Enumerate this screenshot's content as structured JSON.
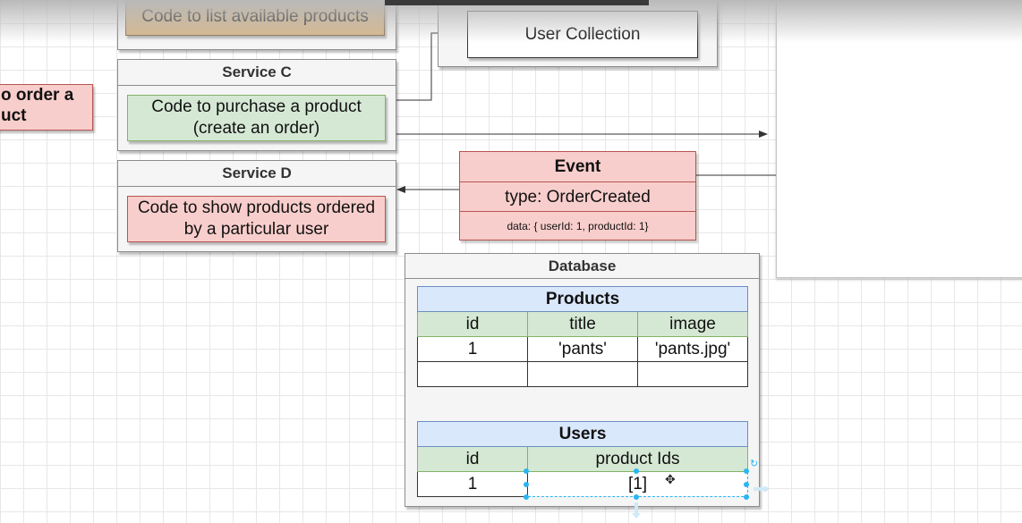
{
  "left_fragment": {
    "line1": "o order a",
    "line2": "uct"
  },
  "top_box": {
    "label": "Code to list available products"
  },
  "user_collection": {
    "label": "User Collection"
  },
  "service_c": {
    "title": "Service C",
    "code_line1": "Code to purchase a product",
    "code_line2": "(create an order)"
  },
  "service_d": {
    "title": "Service D",
    "code_line1": "Code to show products ordered",
    "code_line2": "by a particular user"
  },
  "event": {
    "title": "Event",
    "type": "type: OrderCreated",
    "data": "data: { userId: 1, productId: 1}"
  },
  "database": {
    "title": "Database",
    "products": {
      "title": "Products",
      "columns": [
        "id",
        "title",
        "image"
      ],
      "rows": [
        [
          "1",
          "'pants'",
          "'pants.jpg'"
        ],
        [
          "",
          "",
          ""
        ]
      ]
    },
    "users": {
      "title": "Users",
      "columns": [
        "id",
        "product Ids"
      ],
      "rows": [
        [
          "1",
          "[1]"
        ]
      ]
    }
  },
  "colors": {
    "service_bg": "#f5f5f5",
    "green_fill": "#d5e8d4",
    "red_fill": "#f8cecc",
    "blue_fill": "#dae8fc",
    "tan_fill": "#d9b98c",
    "selection": "#29b6f2"
  }
}
